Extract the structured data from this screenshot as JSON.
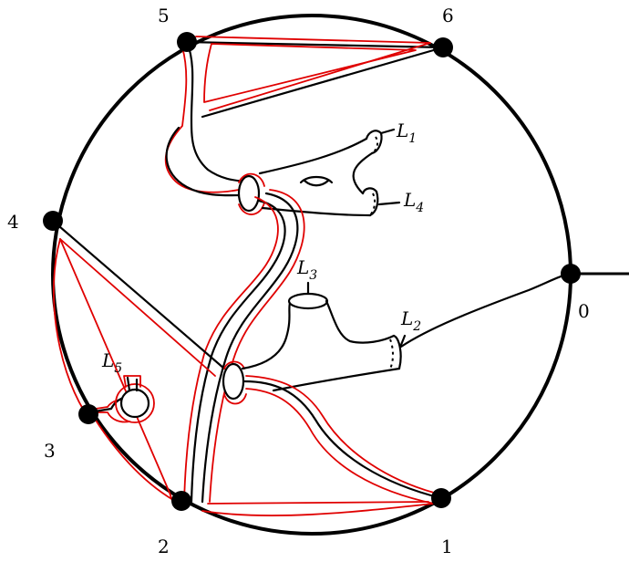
{
  "vertices": [
    {
      "label": "0"
    },
    {
      "label": "1"
    },
    {
      "label": "2"
    },
    {
      "label": "3"
    },
    {
      "label": "4"
    },
    {
      "label": "5"
    },
    {
      "label": "6"
    }
  ],
  "links": [
    {
      "base": "L",
      "sub": "1"
    },
    {
      "base": "L",
      "sub": "2"
    },
    {
      "base": "L",
      "sub": "3"
    },
    {
      "base": "L",
      "sub": "4"
    },
    {
      "base": "L",
      "sub": "5"
    }
  ],
  "colors": {
    "outline": "#000000",
    "boundary": "#e00000",
    "vertex": "#000000"
  }
}
